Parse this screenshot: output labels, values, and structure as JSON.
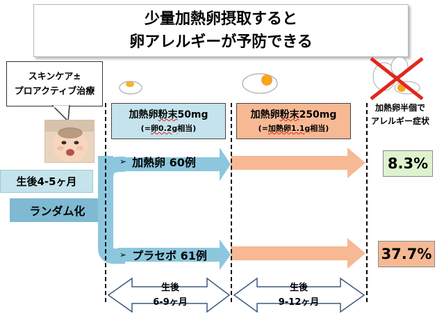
{
  "title": {
    "line1": "少量加熱卵摂取すると",
    "line2": "卵アレルギーが予防できる"
  },
  "callout": {
    "line1": "スキンケア±",
    "line2": "プロアクティブ治療"
  },
  "age_label": "生後4-5ヶ月",
  "randomization_label": "ランダム化",
  "doses": [
    {
      "main_prefix": "加熱卵",
      "main_underlined": "粉末",
      "main_suffix": "50mg",
      "sub_prefix": "(=",
      "sub_underlined": "卵0.2g",
      "sub_suffix": "相当)"
    },
    {
      "main_prefix": "加熱卵",
      "main_underlined": "粉末",
      "main_suffix": "250mg",
      "sub_prefix": "(=",
      "sub_underlined": "加熱卵1.1g",
      "sub_suffix": "相当)"
    }
  ],
  "groups": [
    {
      "marker": "➢",
      "label": "加熱卵 60例"
    },
    {
      "marker": "➢",
      "label": "プラセボ 61例"
    }
  ],
  "outcome_header": {
    "line1": "加熱卵半個で",
    "line2": "アレルギー症状"
  },
  "results": {
    "heated_egg": "8.3%",
    "placebo": "37.7%"
  },
  "periods": [
    {
      "line1": "生後",
      "line2": "6-9ヶ月"
    },
    {
      "line1": "生後",
      "line2": "9-12ヶ月"
    }
  ],
  "colors": {
    "arrow_blue": "#8cc7de",
    "arrow_orange": "#f6b994",
    "cross_red": "#e0281e",
    "result_green_bg": "#dff2cf"
  }
}
